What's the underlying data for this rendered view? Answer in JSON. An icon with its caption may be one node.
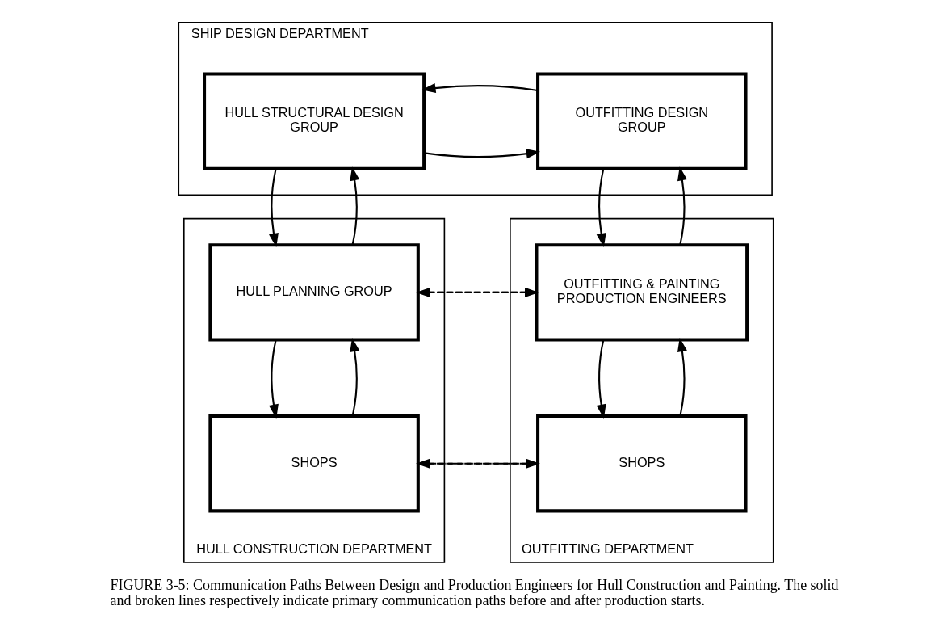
{
  "diagram": {
    "caption": "FIGURE 3-5: Communication Paths Between Design and Production Engineers for Hull Construction and Painting. The solid and broken lines respectively indicate primary communication paths before and after production starts.",
    "nodes": [
      {
        "text": [
          "SHIP DESIGN DEPARTMENT"
        ]
      },
      {
        "text": [
          "HULL STRUCTURAL DESIGN GROUP"
        ],
        "in": 0
      },
      {
        "text": [
          "OUTFITTING DESIGN GROUP"
        ],
        "in": 0
      },
      {
        "text": [
          "HULL CONSTRUCTION DEPARTMENT"
        ]
      },
      {
        "text": [
          "HULL PLANNING GROUP"
        ],
        "in": 3
      },
      {
        "text": [
          "SHOPS"
        ],
        "in": 3
      },
      {
        "text": [
          "OUTFITTING DEPARTMENT"
        ]
      },
      {
        "text": [
          "OUTFITTING & PAINTING PRODUCTION ENGINEERS"
        ],
        "in": 6
      },
      {
        "text": [
          "SHOPS"
        ],
        "in": 6
      }
    ],
    "edges": [
      {
        "from": 1,
        "to": 2,
        "arrow": "to"
      },
      {
        "from": 2,
        "to": 1,
        "arrow": "to"
      },
      {
        "from": 1,
        "to": 4,
        "arrow": "to"
      },
      {
        "from": 4,
        "to": 1,
        "arrow": "to"
      },
      {
        "from": 2,
        "to": 7,
        "arrow": "to"
      },
      {
        "from": 7,
        "to": 2,
        "arrow": "to"
      },
      {
        "from": 4,
        "to": 7,
        "arrow": "to",
        "style": "dashed"
      },
      {
        "from": 7,
        "to": 4,
        "arrow": "to",
        "style": "dashed"
      },
      {
        "from": 4,
        "to": 5,
        "arrow": "to"
      },
      {
        "from": 5,
        "to": 4,
        "arrow": "to"
      },
      {
        "from": 7,
        "to": 8,
        "arrow": "to"
      },
      {
        "from": 8,
        "to": 7,
        "arrow": "to"
      },
      {
        "from": 5,
        "to": 8,
        "arrow": "to",
        "style": "dashed"
      },
      {
        "from": 8,
        "to": 5,
        "arrow": "to",
        "style": "dashed"
      }
    ]
  }
}
